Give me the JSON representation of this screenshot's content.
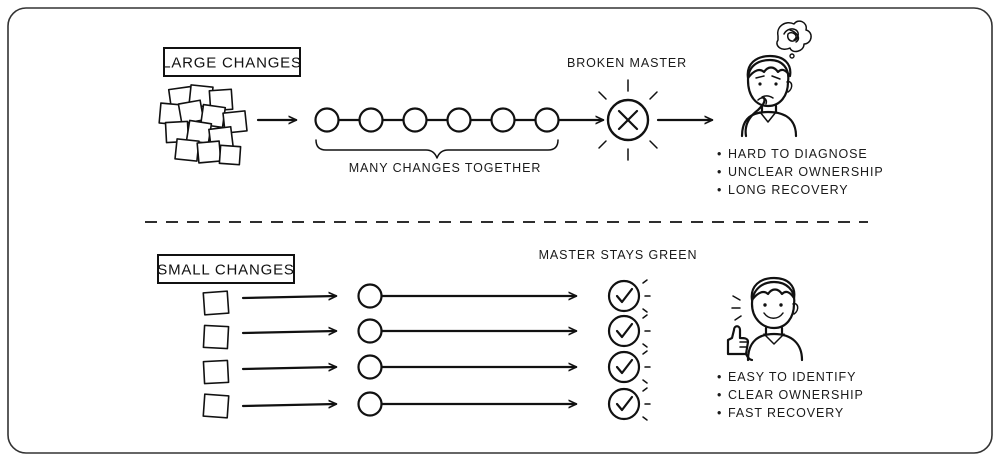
{
  "top": {
    "label": "LARGE CHANGES",
    "bracket_caption": "MANY CHANGES TOGETHER",
    "status_caption": "BROKEN MASTER",
    "bullets": [
      "HARD TO DIAGNOSE",
      "UNCLEAR OWNERSHIP",
      "LONG RECOVERY"
    ]
  },
  "bottom": {
    "label": "SMALL CHANGES",
    "status_caption": "MASTER STAYS GREEN",
    "bullets": [
      "EASY TO IDENTIFY",
      "CLEAR OWNERSHIP",
      "FAST RECOVERY"
    ]
  },
  "bullet_char": "•",
  "icons": {
    "sticky_notes_pile": "sticky-notes-pile-icon",
    "sticky_note": "sticky-note-icon",
    "change_circle": "circle-node",
    "broken_status": "x-circle-icon",
    "green_status": "check-circle-icon",
    "confused_person": "confused-person-icon",
    "thumbs_up_person": "thumbs-up-person-icon"
  },
  "colors": {
    "ink": "#111111",
    "frame": "#333333",
    "background": "#ffffff"
  }
}
